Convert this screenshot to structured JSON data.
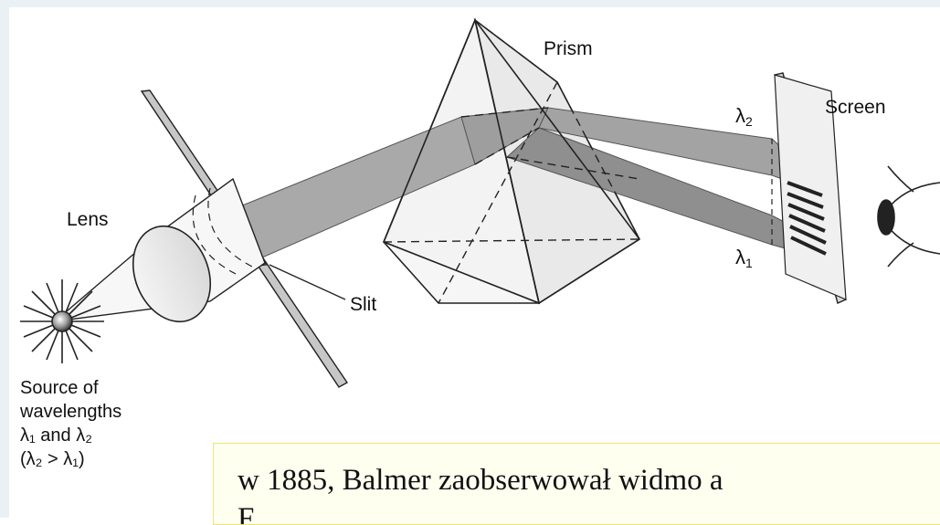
{
  "labels": {
    "prism": "Prism",
    "screen": "Screen",
    "lens": "Lens",
    "slit": "Slit",
    "lambda2_symbol": "λ",
    "lambda2_sub": "2",
    "lambda1_symbol": "λ",
    "lambda1_sub": "1"
  },
  "source_caption": {
    "line1": "Source of",
    "line2": "wavelengths",
    "line3": "λ₁ and λ₂",
    "line4": "(λ₂ > λ₁)"
  },
  "note": {
    "line1": "w 1885, Balmer zaobserwował widmo a",
    "line2": "F"
  },
  "colors": {
    "beam": "#a8a8a8",
    "beam_dark": "#8c8c8c",
    "prism_face": "#e6e6e6",
    "slit_plate": "#c8c8c8",
    "screen_plate": "#d8d8d8",
    "frame_bg": "#eaf1f4",
    "note_bg": "#fffff0",
    "note_border": "#f0e27a"
  },
  "icons": {
    "source": "light-source-icon",
    "eye": "eye-icon"
  }
}
